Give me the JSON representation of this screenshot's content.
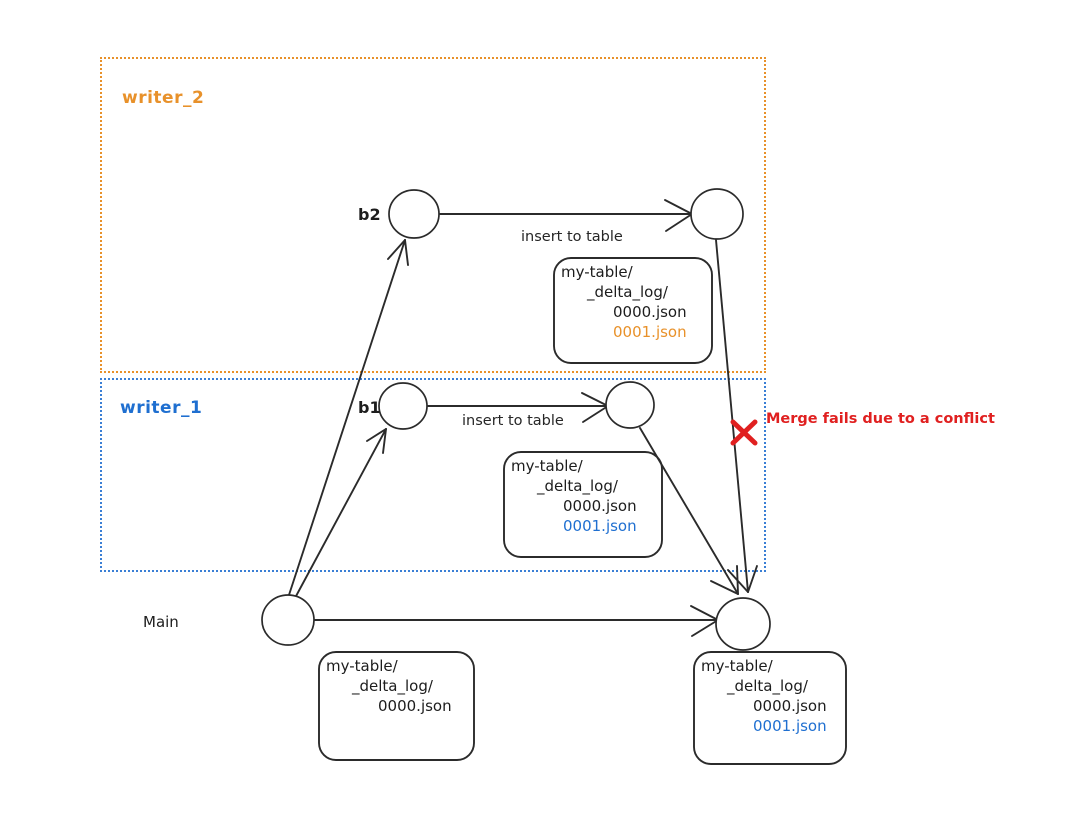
{
  "diagram": {
    "title_hidden": "Delta Lake concurrent writer merge conflict diagram",
    "colors": {
      "writer2": "#e8912a",
      "writer1": "#1f6fd0",
      "conflict": "#e02020",
      "ink": "#1d1d1d"
    },
    "lanes": [
      {
        "id": "writer2",
        "label": "writer_2",
        "color": "#e8912a",
        "style": "dotted"
      },
      {
        "id": "writer1",
        "label": "writer_1",
        "color": "#1f6fd0",
        "style": "dotted"
      }
    ],
    "branches": [
      {
        "id": "main",
        "label": "Main"
      }
    ],
    "nodes": [
      {
        "id": "b2-start",
        "label": "b2"
      },
      {
        "id": "b2-end",
        "label": ""
      },
      {
        "id": "b1-start",
        "label": "b1"
      },
      {
        "id": "b1-end",
        "label": ""
      },
      {
        "id": "main-start",
        "label": ""
      },
      {
        "id": "main-merge",
        "label": ""
      }
    ],
    "edge_labels": {
      "writer2_commit": "insert to table",
      "writer1_commit": "insert to table"
    },
    "conflict": {
      "marker": "x-mark-icon",
      "text": "Merge fails due to a conflict"
    },
    "file_trees": {
      "writer2": {
        "lines": [
          {
            "text": "my-table/",
            "color": "ink"
          },
          {
            "text": "_delta_log/",
            "color": "ink"
          },
          {
            "text": "0000.json",
            "color": "ink"
          },
          {
            "text": "0001.json",
            "color": "orange"
          }
        ]
      },
      "writer1": {
        "lines": [
          {
            "text": "my-table/",
            "color": "ink"
          },
          {
            "text": "_delta_log/",
            "color": "ink"
          },
          {
            "text": "0000.json",
            "color": "ink"
          },
          {
            "text": "0001.json",
            "color": "blue"
          }
        ]
      },
      "main_start": {
        "lines": [
          {
            "text": "my-table/",
            "color": "ink"
          },
          {
            "text": "_delta_log/",
            "color": "ink"
          },
          {
            "text": "0000.json",
            "color": "ink"
          }
        ]
      },
      "main_merge": {
        "lines": [
          {
            "text": "my-table/",
            "color": "ink"
          },
          {
            "text": "_delta_log/",
            "color": "ink"
          },
          {
            "text": "0000.json",
            "color": "ink"
          },
          {
            "text": "0001.json",
            "color": "blue"
          }
        ]
      }
    }
  }
}
